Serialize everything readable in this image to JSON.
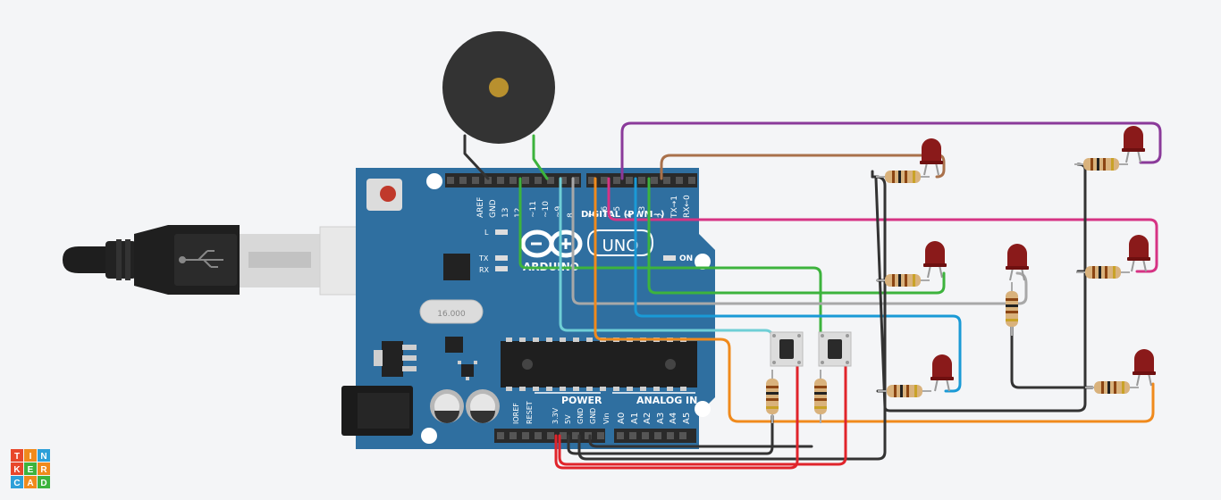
{
  "board": {
    "brand": "ARDUINO",
    "model": "UNO",
    "digital_label": "DIGITAL (PWM~)",
    "power_label": "POWER",
    "analog_label": "ANALOG IN",
    "on_label": "ON",
    "led_l": "L",
    "led_tx": "TX",
    "led_rx": "RX",
    "crystal": "16.000",
    "top_pins": [
      "AREF",
      "GND",
      "13",
      "12",
      "~11",
      "~10",
      "~9",
      "8",
      "7",
      "~6",
      "~5",
      "4",
      "~3",
      "2",
      "TX→1",
      "RX←0"
    ],
    "power_pins": [
      "IOREF",
      "RESET",
      "3.3V",
      "5V",
      "GND",
      "GND",
      "Vin"
    ],
    "analog_pins": [
      "A0",
      "A1",
      "A2",
      "A3",
      "A4",
      "A5"
    ]
  },
  "logo": [
    "T",
    "I",
    "N",
    "K",
    "E",
    "R",
    "C",
    "A",
    "D"
  ],
  "colors": {
    "board": "#2f6fa0",
    "wire_black": "#333333",
    "wire_red": "#e0242b",
    "wire_green": "#3db33d",
    "wire_purple": "#8a3a9a",
    "wire_brown": "#a9714b",
    "wire_magenta": "#d63384",
    "wire_orange": "#f08a1c",
    "wire_blue": "#1a9ad6",
    "wire_cyan": "#6fcfd6",
    "wire_gray": "#a8a8a8",
    "led_red": "#8a1a1a"
  },
  "icons": [
    "usb-cable-icon",
    "usb-symbol-icon",
    "buzzer-icon",
    "led-icon",
    "resistor-icon",
    "pushbutton-icon"
  ]
}
